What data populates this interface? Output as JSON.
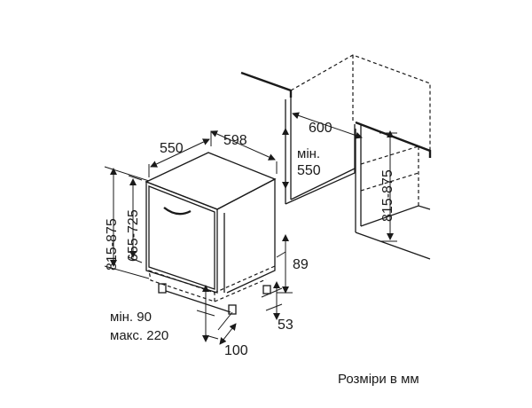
{
  "dimensions": {
    "width_600": "600",
    "min_550_line1": "мін.",
    "min_550_line2": "550",
    "height_815_875_right": "815-875",
    "depth_550": "550",
    "width_598": "598",
    "height_815_875_left": "815-875",
    "height_655_725": "655-725",
    "plinth_89": "89",
    "plinth_53": "53",
    "min_90": "мін. 90",
    "max_220": "макс. 220",
    "offset_100": "100"
  },
  "caption": "Розміри в мм"
}
